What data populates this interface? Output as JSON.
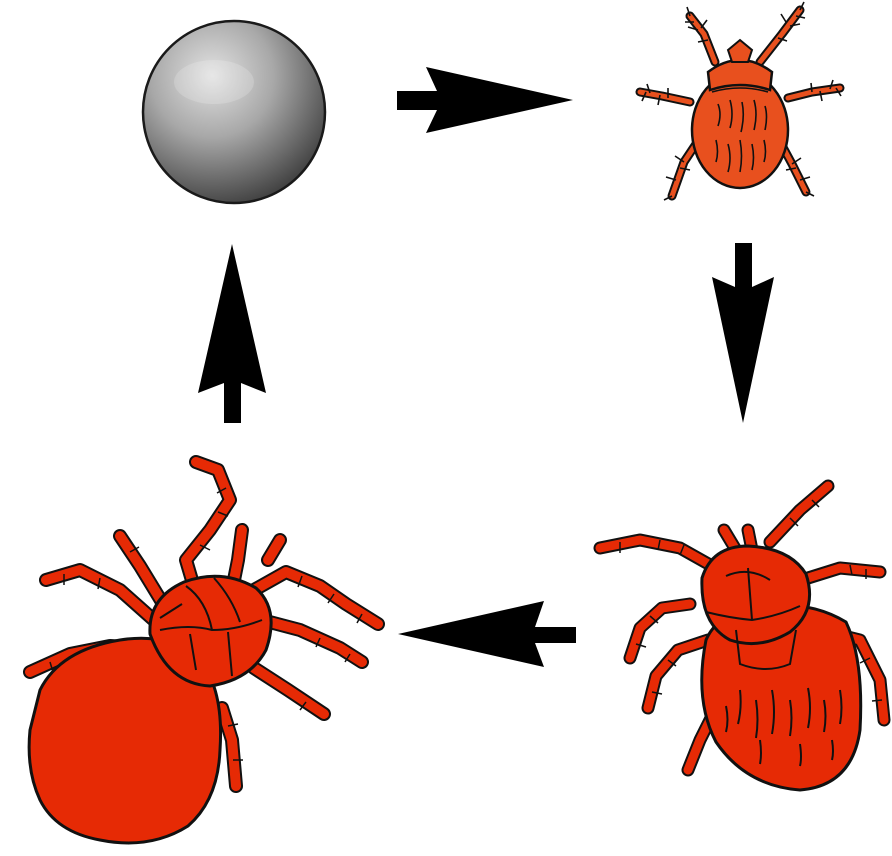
{
  "diagram": {
    "type": "life-cycle",
    "stages": [
      {
        "id": "egg",
        "icon": "egg-icon"
      },
      {
        "id": "larva",
        "icon": "larva-mite-icon"
      },
      {
        "id": "nymph",
        "icon": "nymph-mite-icon"
      },
      {
        "id": "adult",
        "icon": "adult-engorged-mite-icon"
      }
    ],
    "arrows": [
      {
        "from": "egg",
        "to": "larva",
        "direction": "right"
      },
      {
        "from": "larva",
        "to": "nymph",
        "direction": "down"
      },
      {
        "from": "nymph",
        "to": "adult",
        "direction": "left"
      },
      {
        "from": "adult",
        "to": "egg",
        "direction": "up"
      }
    ]
  },
  "colors": {
    "background": "#ffffff",
    "mite_fill": "#e62a05",
    "mite_fill_light": "#ee5a28",
    "outline": "#111111",
    "arrow": "#000000",
    "egg_light": "#dcdcdc",
    "egg_dark": "#4a4a4a"
  }
}
